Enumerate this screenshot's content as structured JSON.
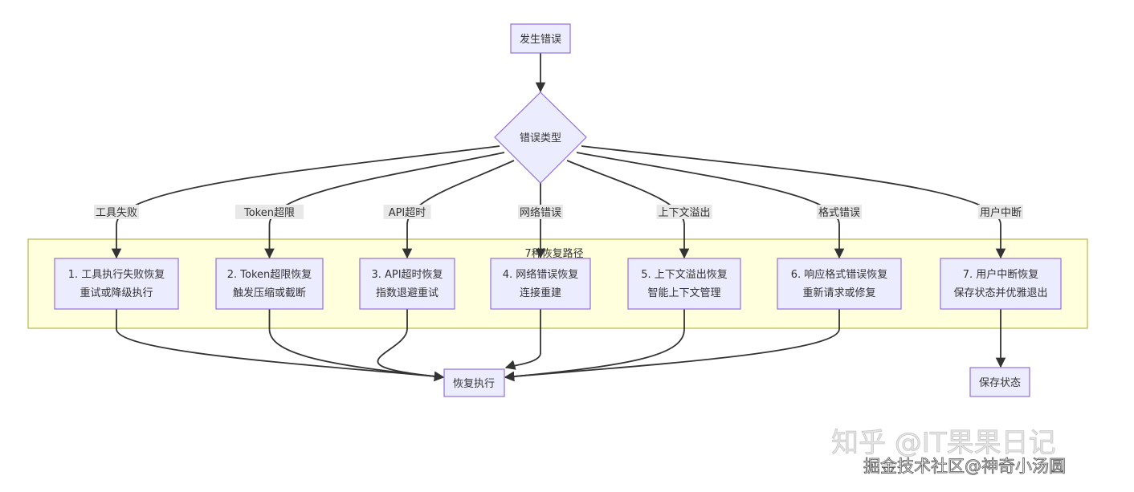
{
  "start": "发生错误",
  "decision": "错误类型",
  "cluster_title": "7种恢复路径",
  "paths": [
    {
      "edge": "工具失败",
      "lines": [
        "1. 工具执行失败恢复",
        "重试或降级执行"
      ]
    },
    {
      "edge": "Token超限",
      "lines": [
        "2. Token超限恢复",
        "触发压缩或截断"
      ]
    },
    {
      "edge": "API超时",
      "lines": [
        "3. API超时恢复",
        "指数退避重试"
      ]
    },
    {
      "edge": "网络错误",
      "lines": [
        "4. 网络错误恢复",
        "连接重建"
      ]
    },
    {
      "edge": "上下文溢出",
      "lines": [
        "5. 上下文溢出恢复",
        "智能上下文管理"
      ]
    },
    {
      "edge": "格式错误",
      "lines": [
        "6. 响应格式错误恢复",
        "重新请求或修复"
      ]
    },
    {
      "edge": "用户中断",
      "lines": [
        "7. 用户中断恢复",
        "保存状态并优雅退出"
      ]
    }
  ],
  "resume": "恢复执行",
  "save": "保存状态",
  "watermark": [
    "知乎 @IT果果日记",
    "掘金技术社区@神奇小汤圆"
  ],
  "colors": {
    "node_fill": "#ECECFF",
    "node_stroke": "#9370DB",
    "cluster_fill": "#FFFFDE",
    "cluster_stroke": "#AAAA33",
    "edge": "#333333"
  }
}
